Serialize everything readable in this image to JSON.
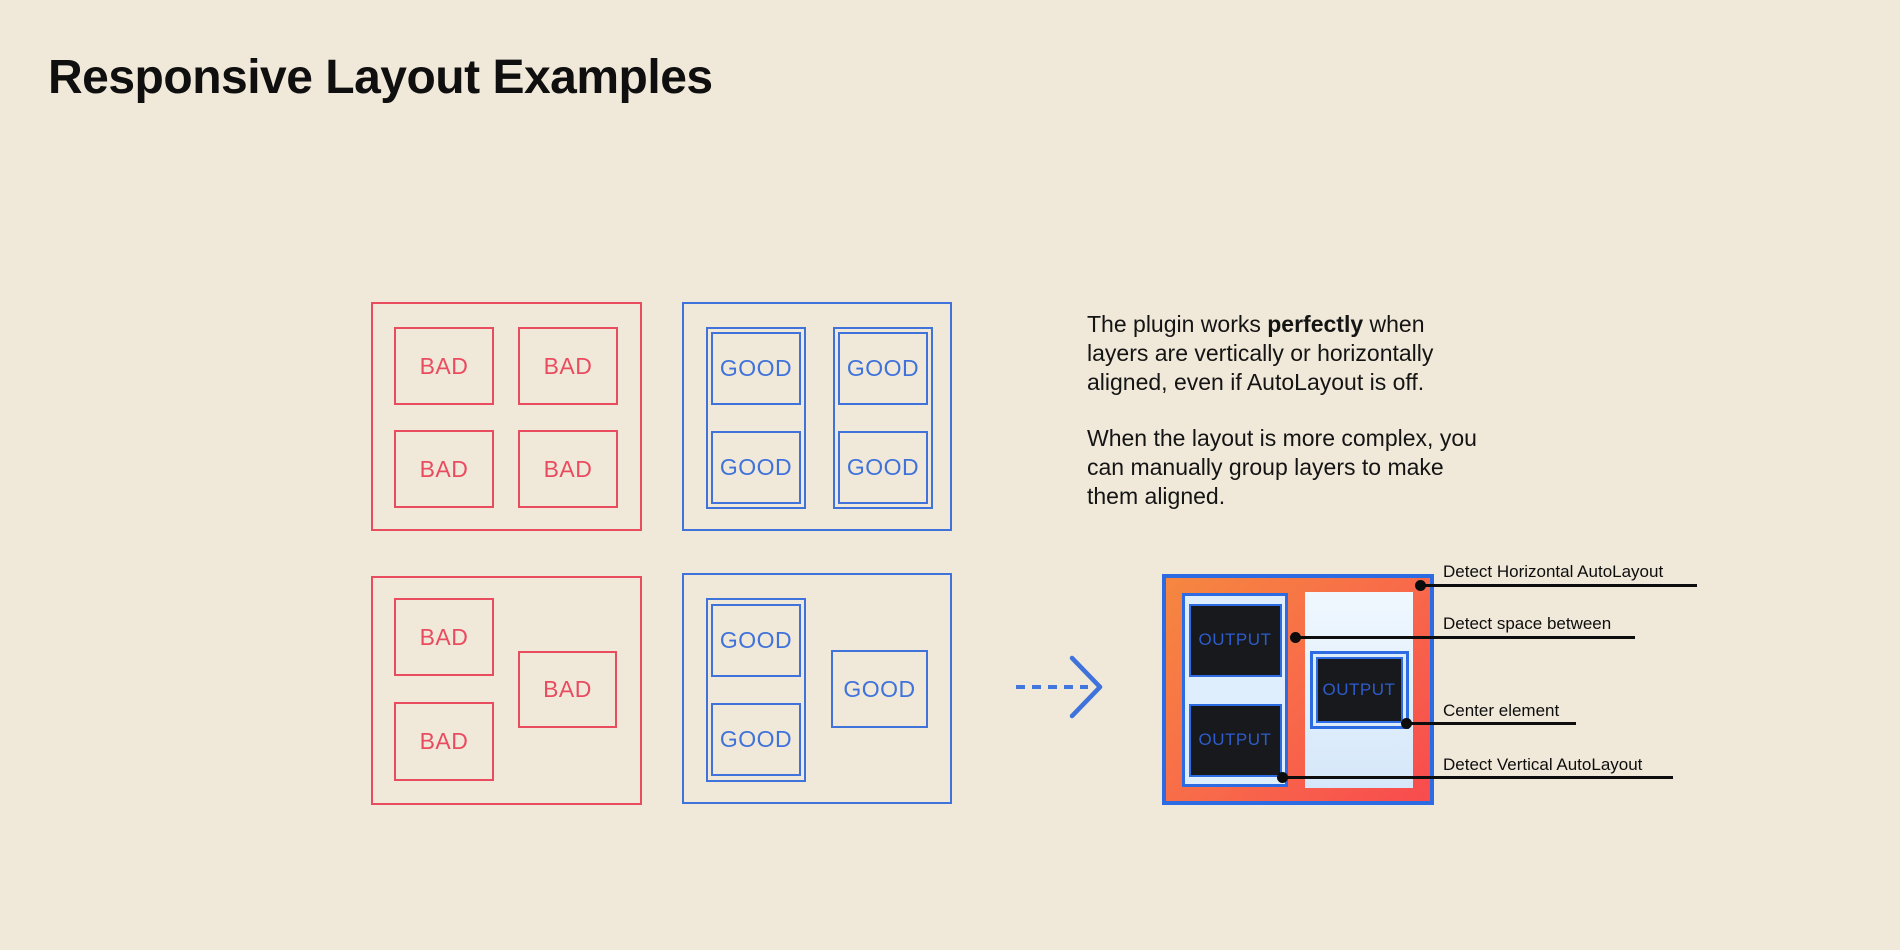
{
  "title": "Responsive Layout Examples",
  "labels": {
    "bad": "BAD",
    "good": "GOOD",
    "output": "OUTPUT"
  },
  "description": {
    "para1": {
      "line1_before": "The plugin works ",
      "line1_bold": "perfectly",
      "line1_after": " when",
      "line2": "layers are vertically or horizontally",
      "line3": "aligned, even if AutoLayout is off."
    },
    "para2": {
      "line1": "When the layout is more complex, you",
      "line2": "can manually group layers to make",
      "line3": "them aligned."
    }
  },
  "annotations": [
    {
      "label": "Detect Horizontal AutoLayout"
    },
    {
      "label": "Detect space between"
    },
    {
      "label": "Center element"
    },
    {
      "label": "Detect Vertical AutoLayout"
    }
  ],
  "colors": {
    "background": "#F0E9DA",
    "bad_red": "#E94B5F",
    "good_blue": "#3F72DA",
    "output_frame_border": "#2D6BE3",
    "output_gradient_start": "#F68740",
    "output_gradient_end": "#F84B4E",
    "output_dark_fill": "#17191C",
    "output_text_blue": "#2E5CCB",
    "light_blue_fill": "#DCEBFA",
    "annotation_black": "#0D0D0D"
  }
}
